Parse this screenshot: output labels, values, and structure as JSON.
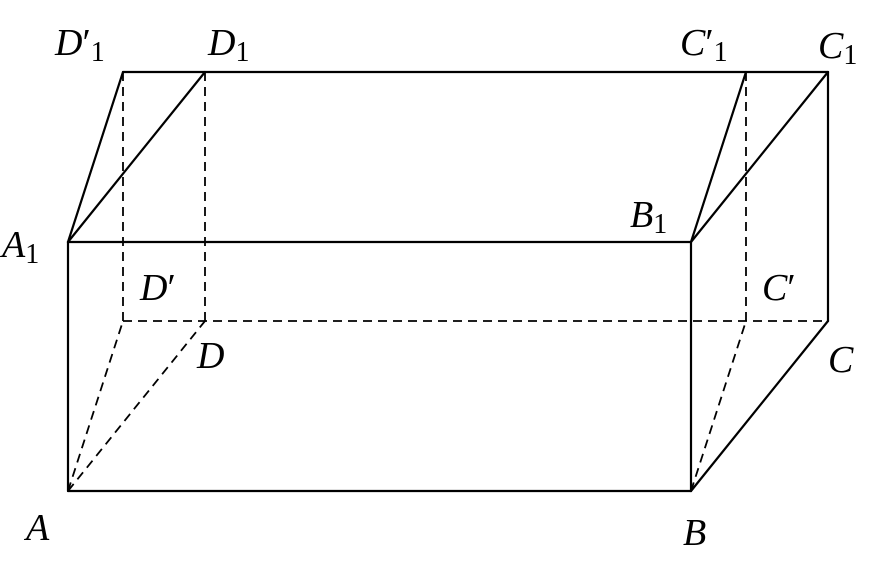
{
  "figure": {
    "labels": {
      "A": {
        "letter": "A",
        "prime": "",
        "sub": ""
      },
      "B": {
        "letter": "B",
        "prime": "",
        "sub": ""
      },
      "C": {
        "letter": "C",
        "prime": "",
        "sub": ""
      },
      "D": {
        "letter": "D",
        "prime": "",
        "sub": ""
      },
      "A1": {
        "letter": "A",
        "prime": "",
        "sub": "1"
      },
      "B1": {
        "letter": "B",
        "prime": "",
        "sub": "1"
      },
      "C1": {
        "letter": "C",
        "prime": "",
        "sub": "1"
      },
      "D1": {
        "letter": "D",
        "prime": "",
        "sub": "1"
      },
      "Cp": {
        "letter": "C",
        "prime": "′",
        "sub": ""
      },
      "Dp": {
        "letter": "D",
        "prime": "′",
        "sub": ""
      },
      "Cp1": {
        "letter": "C",
        "prime": "′",
        "sub": "1"
      },
      "Dp1": {
        "letter": "D",
        "prime": "′",
        "sub": "1"
      }
    }
  }
}
